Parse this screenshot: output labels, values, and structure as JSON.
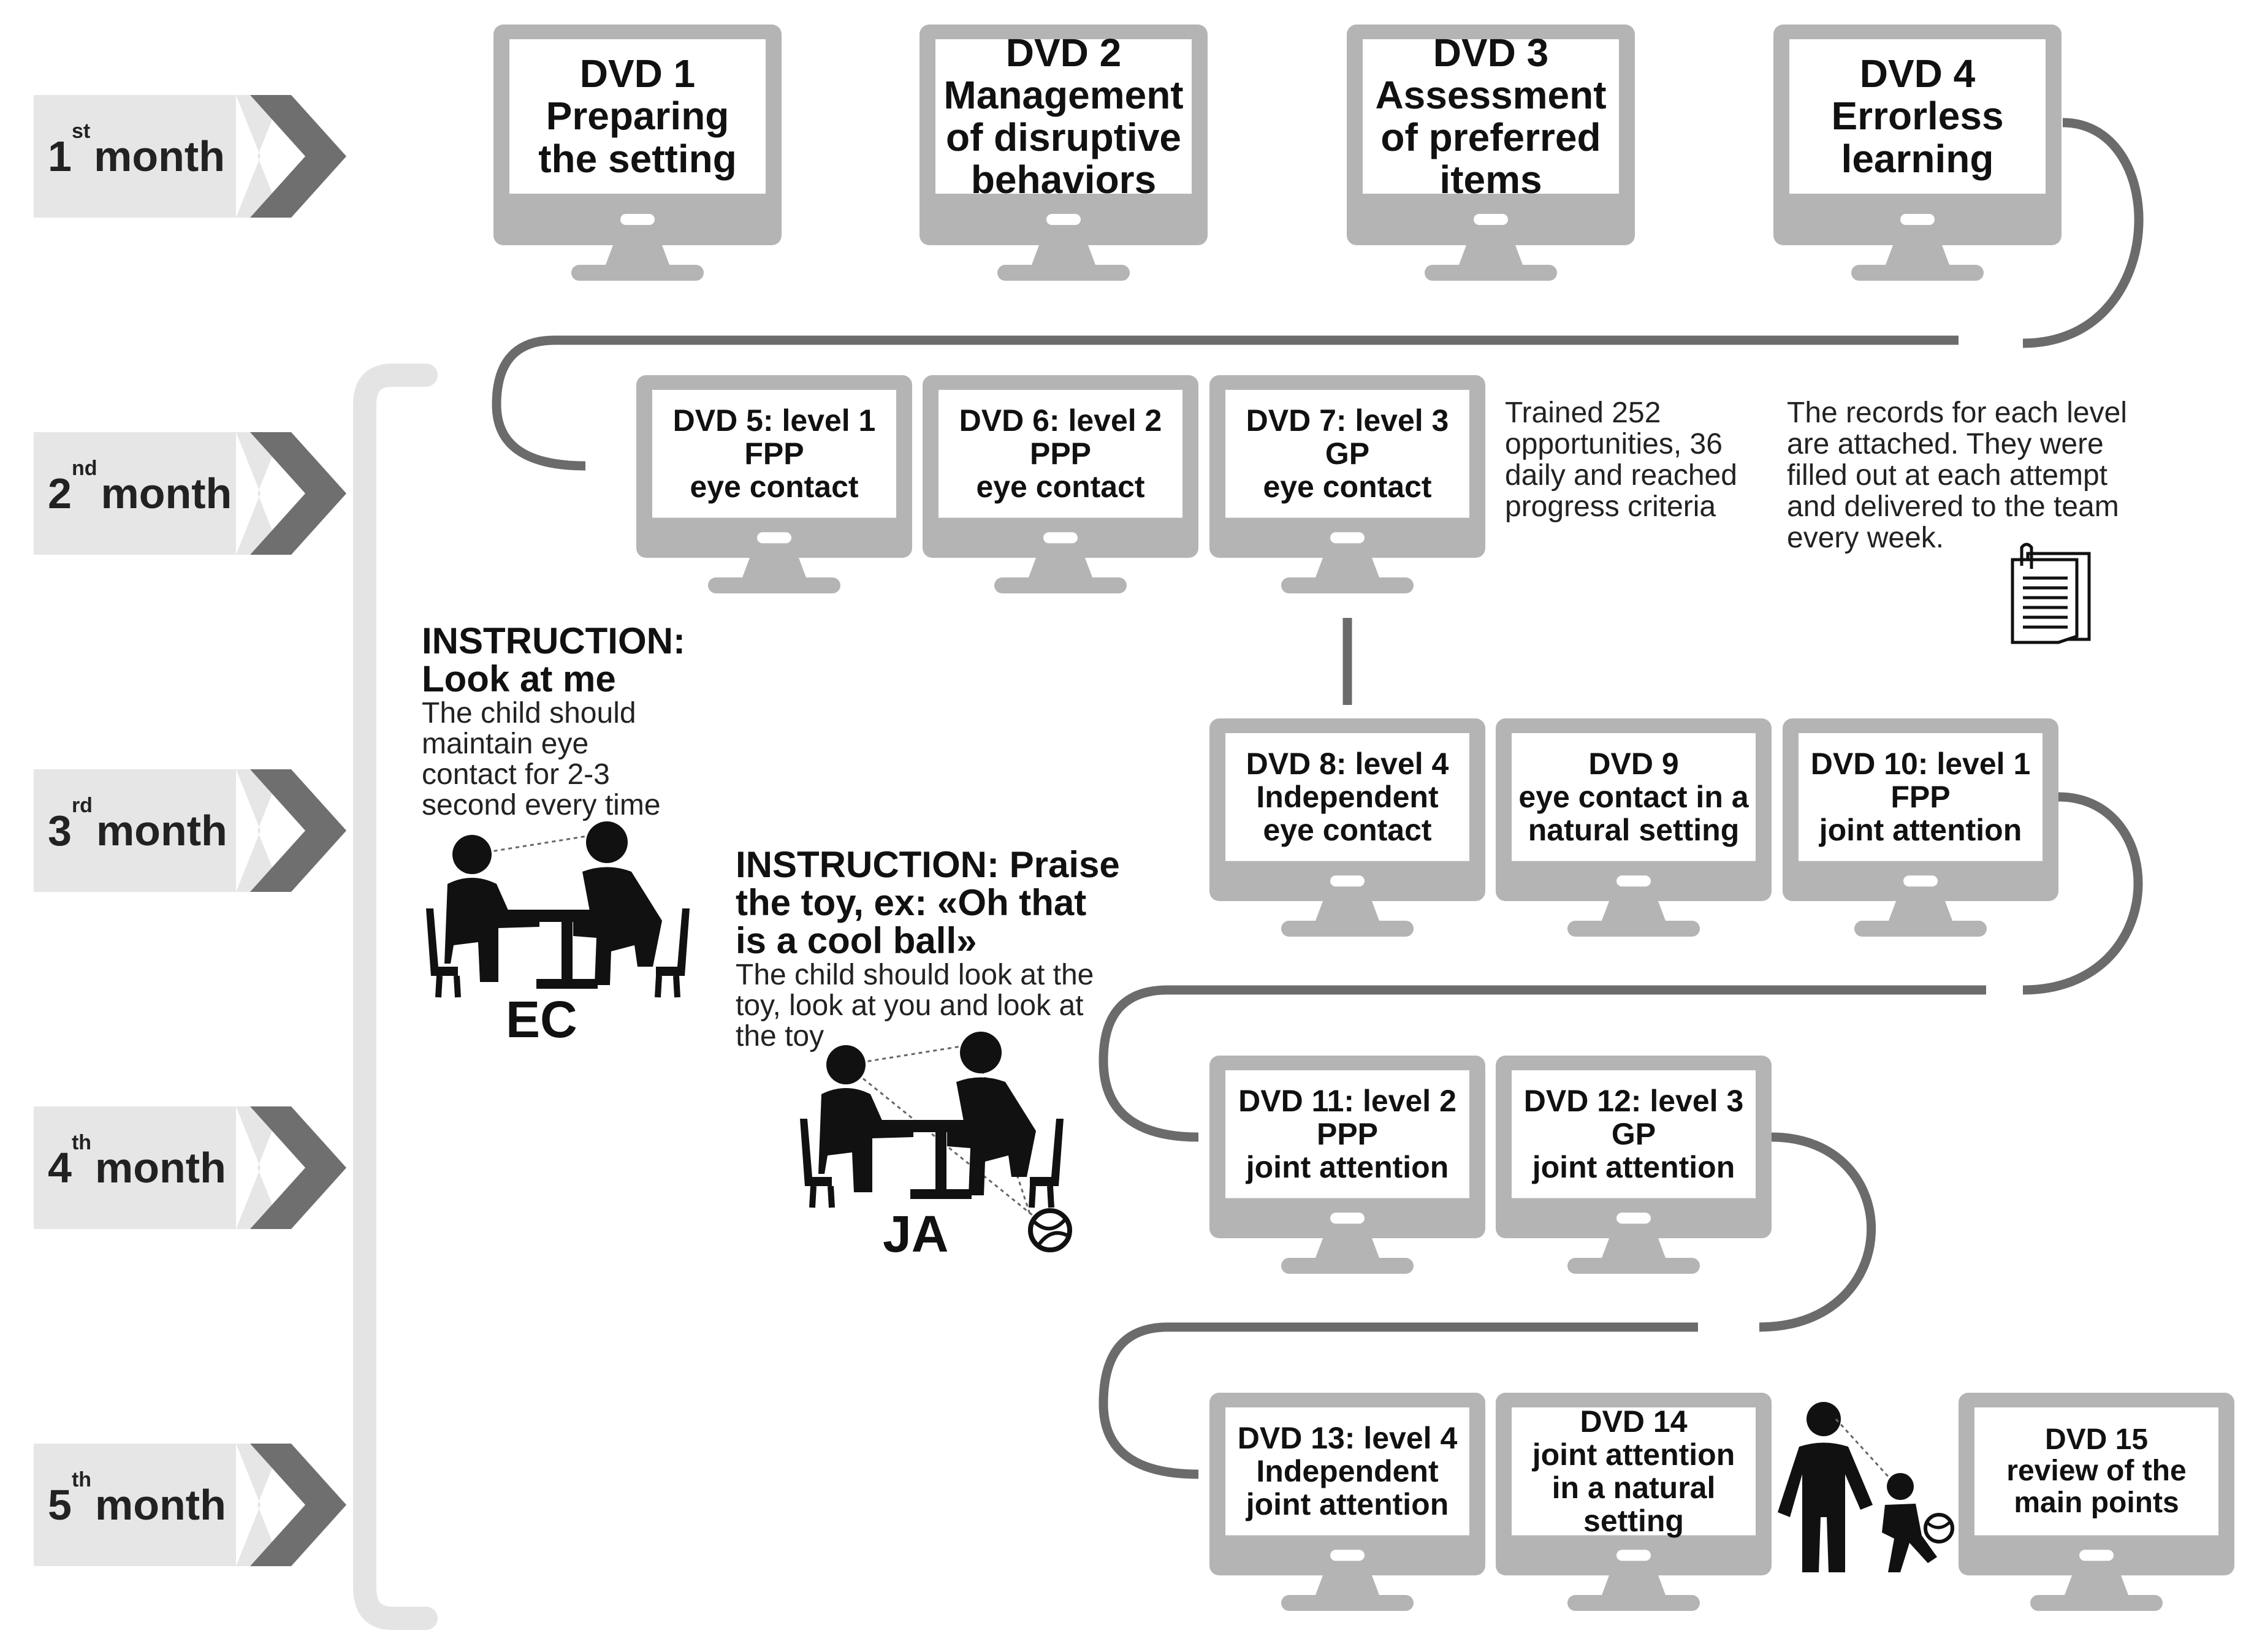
{
  "colors": {
    "arrow": "#6b6b6b",
    "month_bg": "#e6e6e6",
    "chevron": "#6f6f6f",
    "monitor": "#b4b4b4",
    "screen": "#ffffff",
    "bracket": "#e4e4e4"
  },
  "months": [
    {
      "num": "1",
      "sup": "st",
      "word": "month"
    },
    {
      "num": "2",
      "sup": "nd",
      "word": "month"
    },
    {
      "num": "3",
      "sup": "rd",
      "word": "month"
    },
    {
      "num": "4",
      "sup": "th",
      "word": "month"
    },
    {
      "num": "5",
      "sup": "th",
      "word": "month"
    }
  ],
  "dvds": [
    {
      "lines": [
        "DVD 1",
        "Preparing",
        "the setting"
      ]
    },
    {
      "lines": [
        "DVD 2",
        "Management",
        "of disruptive",
        "behaviors"
      ]
    },
    {
      "lines": [
        "DVD 3",
        "Assessment",
        "of preferred",
        "items"
      ]
    },
    {
      "lines": [
        "DVD 4",
        "Errorless",
        "learning"
      ]
    },
    {
      "lines": [
        "DVD 5: level 1",
        "FPP",
        "eye contact"
      ]
    },
    {
      "lines": [
        "DVD 6: level 2",
        "PPP",
        "eye contact"
      ]
    },
    {
      "lines": [
        "DVD 7: level 3",
        "GP",
        "eye contact"
      ]
    },
    {
      "lines": [
        "DVD 8: level 4",
        "Independent",
        "eye contact"
      ]
    },
    {
      "lines": [
        "DVD 9",
        "eye contact in a",
        "natural setting"
      ]
    },
    {
      "lines": [
        "DVD 10: level 1",
        "FPP",
        "joint attention"
      ]
    },
    {
      "lines": [
        "DVD 11: level 2",
        "PPP",
        "joint attention"
      ]
    },
    {
      "lines": [
        "DVD 12: level 3",
        "GP",
        "joint attention"
      ]
    },
    {
      "lines": [
        "DVD 13: level 4",
        "Independent",
        "joint attention"
      ]
    },
    {
      "lines": [
        "DVD 14",
        "joint attention",
        "in a natural",
        "setting"
      ]
    },
    {
      "lines": [
        "DVD 15",
        "review of the",
        "main points"
      ]
    }
  ],
  "notes": {
    "trained": [
      "Trained 252",
      "opportunities, 36",
      "daily and reached",
      "progress criteria"
    ],
    "records": [
      "The records for each level",
      "are attached. They were",
      "filled out at each attempt",
      "and delivered to the team",
      "every week."
    ]
  },
  "instructions": {
    "ec": {
      "head": [
        "INSTRUCTION:",
        "Look at me"
      ],
      "body": [
        "The child should",
        "maintain eye",
        "contact for 2-3",
        "second every time"
      ],
      "label": "EC"
    },
    "ja": {
      "head": [
        "INSTRUCTION: Praise",
        "the toy, ex: «Oh that",
        "is a cool ball»"
      ],
      "body": [
        "The child should look at the",
        "toy, look at you and look at",
        "the toy"
      ],
      "label": "JA"
    }
  },
  "icons": {
    "ec": "two-people-at-table-icon",
    "ja": "two-people-at-table-with-ball-icon",
    "records": "document-icon",
    "adult_child": "adult-child-ball-icon"
  }
}
